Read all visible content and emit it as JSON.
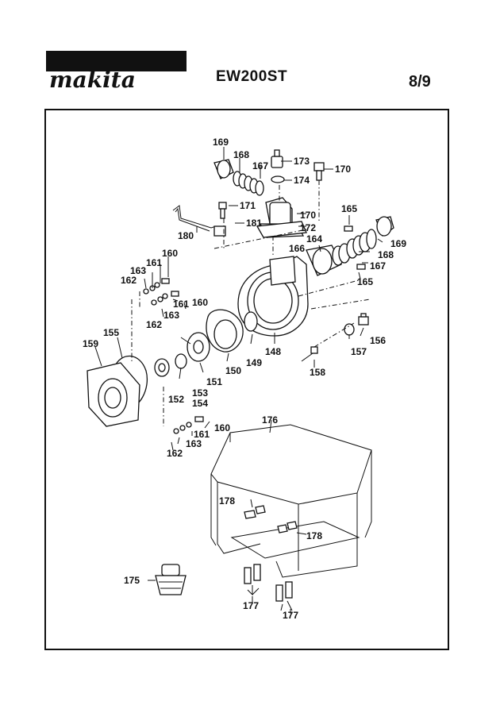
{
  "header": {
    "brand": "makita",
    "model": "EW200ST",
    "page": "8/9"
  },
  "parts": {
    "p169a": "169",
    "p168a": "168",
    "p167a": "167",
    "p173": "173",
    "p174": "174",
    "p170a": "170",
    "p171": "171",
    "p181": "181",
    "p170b": "170",
    "p172": "172",
    "p180": "180",
    "p165a": "165",
    "p169b": "169",
    "p164": "164",
    "p166": "166",
    "p168b": "168",
    "p167b": "167",
    "p165b": "165",
    "p160a": "160",
    "p161a": "161",
    "p163a": "163",
    "p162a": "162",
    "p161b": "161",
    "p160b": "160",
    "p163b": "163",
    "p162b": "162",
    "p155": "155",
    "p159": "159",
    "p152": "152",
    "p153": "153",
    "p154": "154",
    "p151": "151",
    "p150": "150",
    "p149": "149",
    "p148": "148",
    "p156": "156",
    "p157": "157",
    "p158": "158",
    "p160c": "160",
    "p161c": "161",
    "p163c": "163",
    "p162c": "162",
    "p176": "176",
    "p178a": "178",
    "p178b": "178",
    "p175": "175",
    "p177a": "177",
    "p177b": "177"
  }
}
